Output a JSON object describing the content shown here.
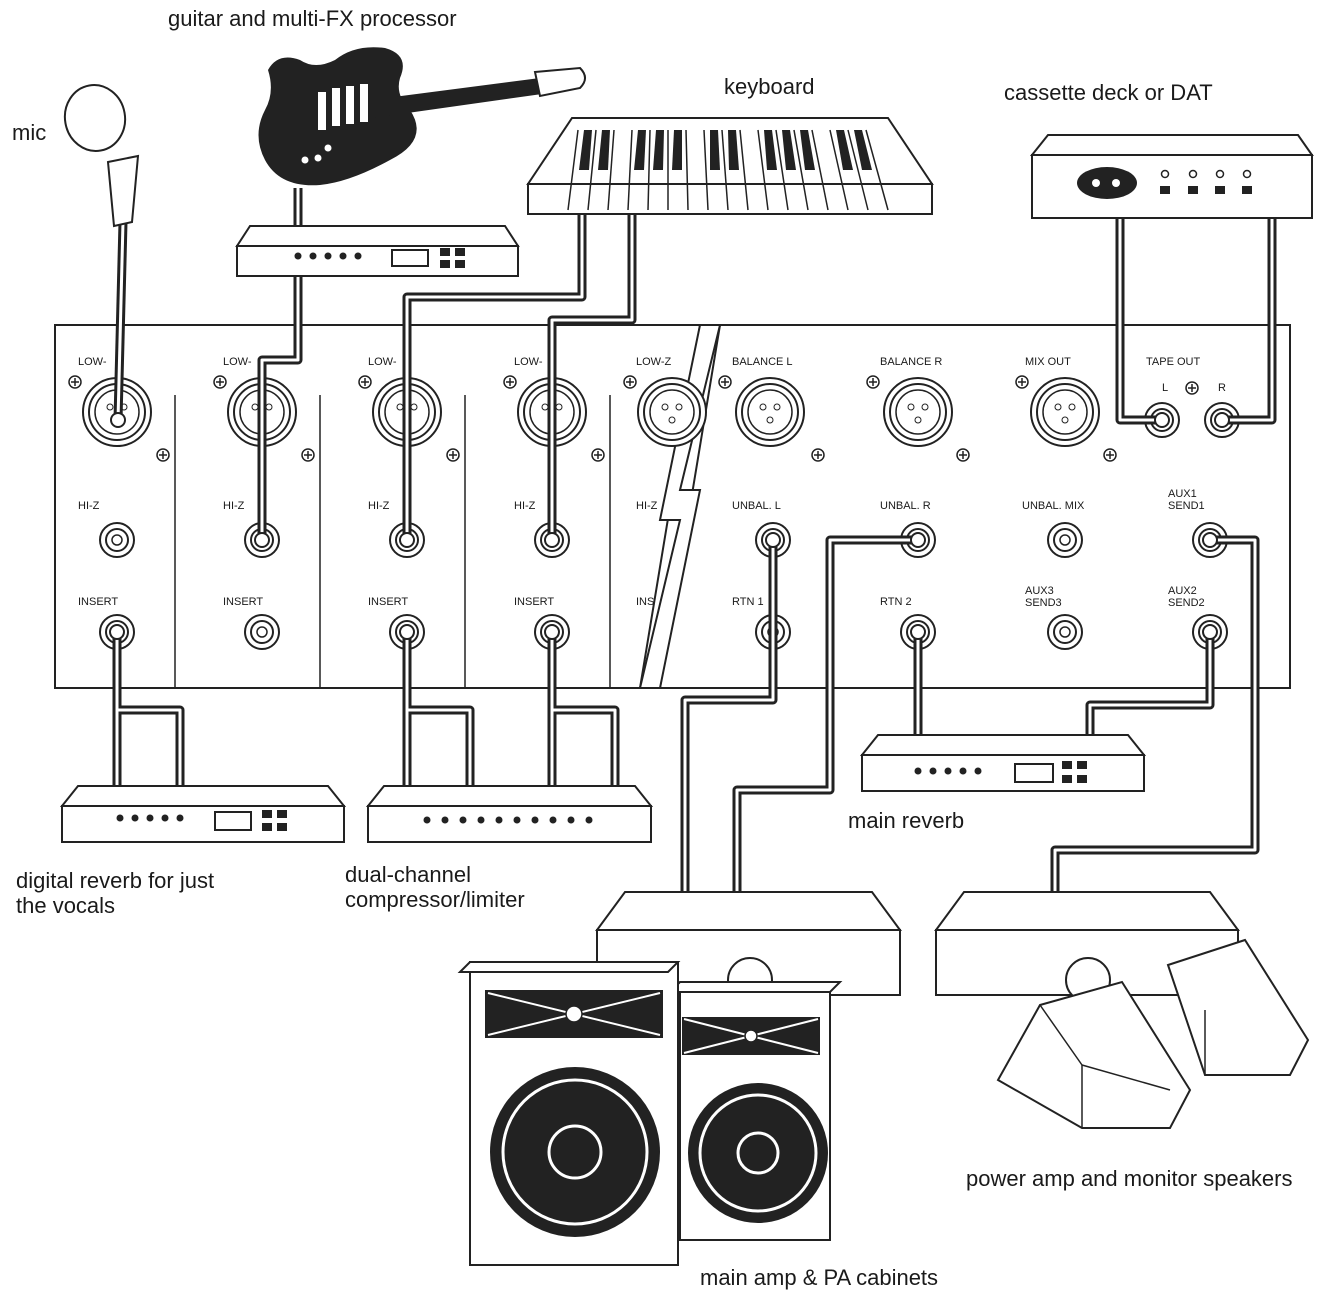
{
  "labels": {
    "guitar": "guitar and multi-FX processor",
    "mic": "mic",
    "keyboard": "keyboard",
    "cassette": "cassette deck or DAT",
    "digital_reverb": "digital reverb for just\nthe vocals",
    "compressor": "dual-channel\ncompressor/limiter",
    "main_reverb": "main reverb",
    "monitor": "power amp and monitor speakers",
    "main_amp": "main amp & PA cabinets"
  },
  "panel": {
    "channel_low": "LOW-",
    "channel5_low": "LOW-Z",
    "hiz": "HI-Z",
    "insert": "INSERT",
    "insert_partial": "INS",
    "balance_l": "BALANCE L",
    "balance_r": "BALANCE R",
    "mix_out": "MIX OUT",
    "tape_out": "TAPE OUT",
    "tape_l": "L",
    "tape_r": "R",
    "unbal_l": "UNBAL. L",
    "unbal_r": "UNBAL. R",
    "unbal_mix": "UNBAL. MIX",
    "aux1_send1": "AUX1\nSEND1",
    "rtn1": "RTN 1",
    "rtn2": "RTN 2",
    "aux3_send3": "AUX3\nSEND3",
    "aux2_send2": "AUX2\nSEND2"
  },
  "colors": {
    "ink": "#1a1a1a",
    "paper": "#ffffff",
    "guitar_body": "#222222"
  }
}
